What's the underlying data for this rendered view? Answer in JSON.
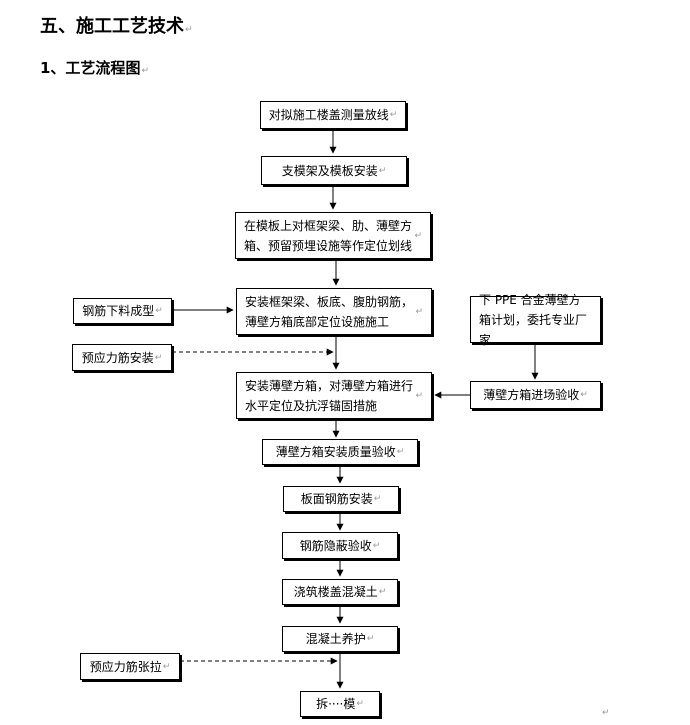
{
  "headings": {
    "section": "五、施工工艺技术",
    "subsection": "1、工艺流程图"
  },
  "paragraph_mark": "↵",
  "flowchart": {
    "steps": [
      "对拟施工楼盖测量放线",
      "支模架及模板安装",
      "在模板上对框架梁、肋、薄壁方箱、预留预埋设施等作定位划线",
      "安装框架梁、板底、腹肋钢筋，薄壁方箱底部定位设施施工",
      "安装薄壁方箱，对薄壁方箱进行水平定位及抗浮锚固措施",
      "薄壁方箱安装质量验收",
      "板面钢筋安装",
      "钢筋隐蔽验收",
      "浇筑楼盖混凝土",
      "混凝土养护",
      "拆····模"
    ],
    "side_inputs": {
      "rebar_cutting": "钢筋下料成型",
      "prestress_install": "预应力筋安装",
      "box_plan": "下 PPE 合金薄壁方箱计划，委托专业厂家",
      "box_acceptance": "薄壁方箱进场验收",
      "prestress_tension": "预应力筋张拉"
    }
  }
}
